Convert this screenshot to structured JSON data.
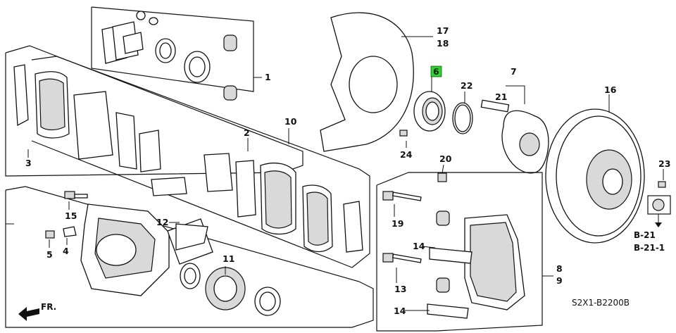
{
  "callouts": {
    "c1": "1",
    "c2": "2",
    "c3": "3",
    "c4": "4",
    "c5": "5",
    "c6": "6",
    "c7": "7",
    "c8": "8",
    "c9": "9",
    "c10": "10",
    "c11": "11",
    "c12": "12",
    "c13": "13",
    "c14a": "14",
    "c14b": "14",
    "c15": "15",
    "c16": "16",
    "c17": "17",
    "c18": "18",
    "c19": "19",
    "c20": "20",
    "c21": "21",
    "c22": "22",
    "c23": "23",
    "c24": "24"
  },
  "refs": {
    "ref1": "B-21",
    "ref2": "B-21-1"
  },
  "diagram_code": "S2X1-B2200B",
  "front_marker": "FR.",
  "highlight_color": "#22dd22"
}
